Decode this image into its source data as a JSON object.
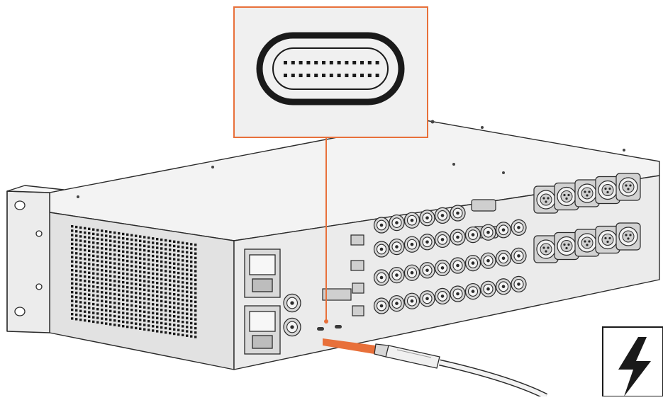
{
  "diagram": {
    "callout": {
      "connector": "usb-c-port",
      "port_pins_per_row": 13,
      "rows": 2
    },
    "device": {
      "kind": "rack-unit",
      "bnc_rows": 4,
      "xlr_rows": 2,
      "xlr_per_row": 5,
      "power_inlets": 2
    },
    "cable": {
      "kind": "usb-c-cable"
    },
    "badge": {
      "icon": "thunderbolt-icon"
    },
    "colors": {
      "accent": "#e8703a",
      "chassis_top": "#f4f4f4",
      "chassis_side": "#dcdcdc",
      "chassis_front": "#e6e6e6",
      "outline": "#2a2a2a",
      "vent": "#1a1a1a"
    }
  }
}
